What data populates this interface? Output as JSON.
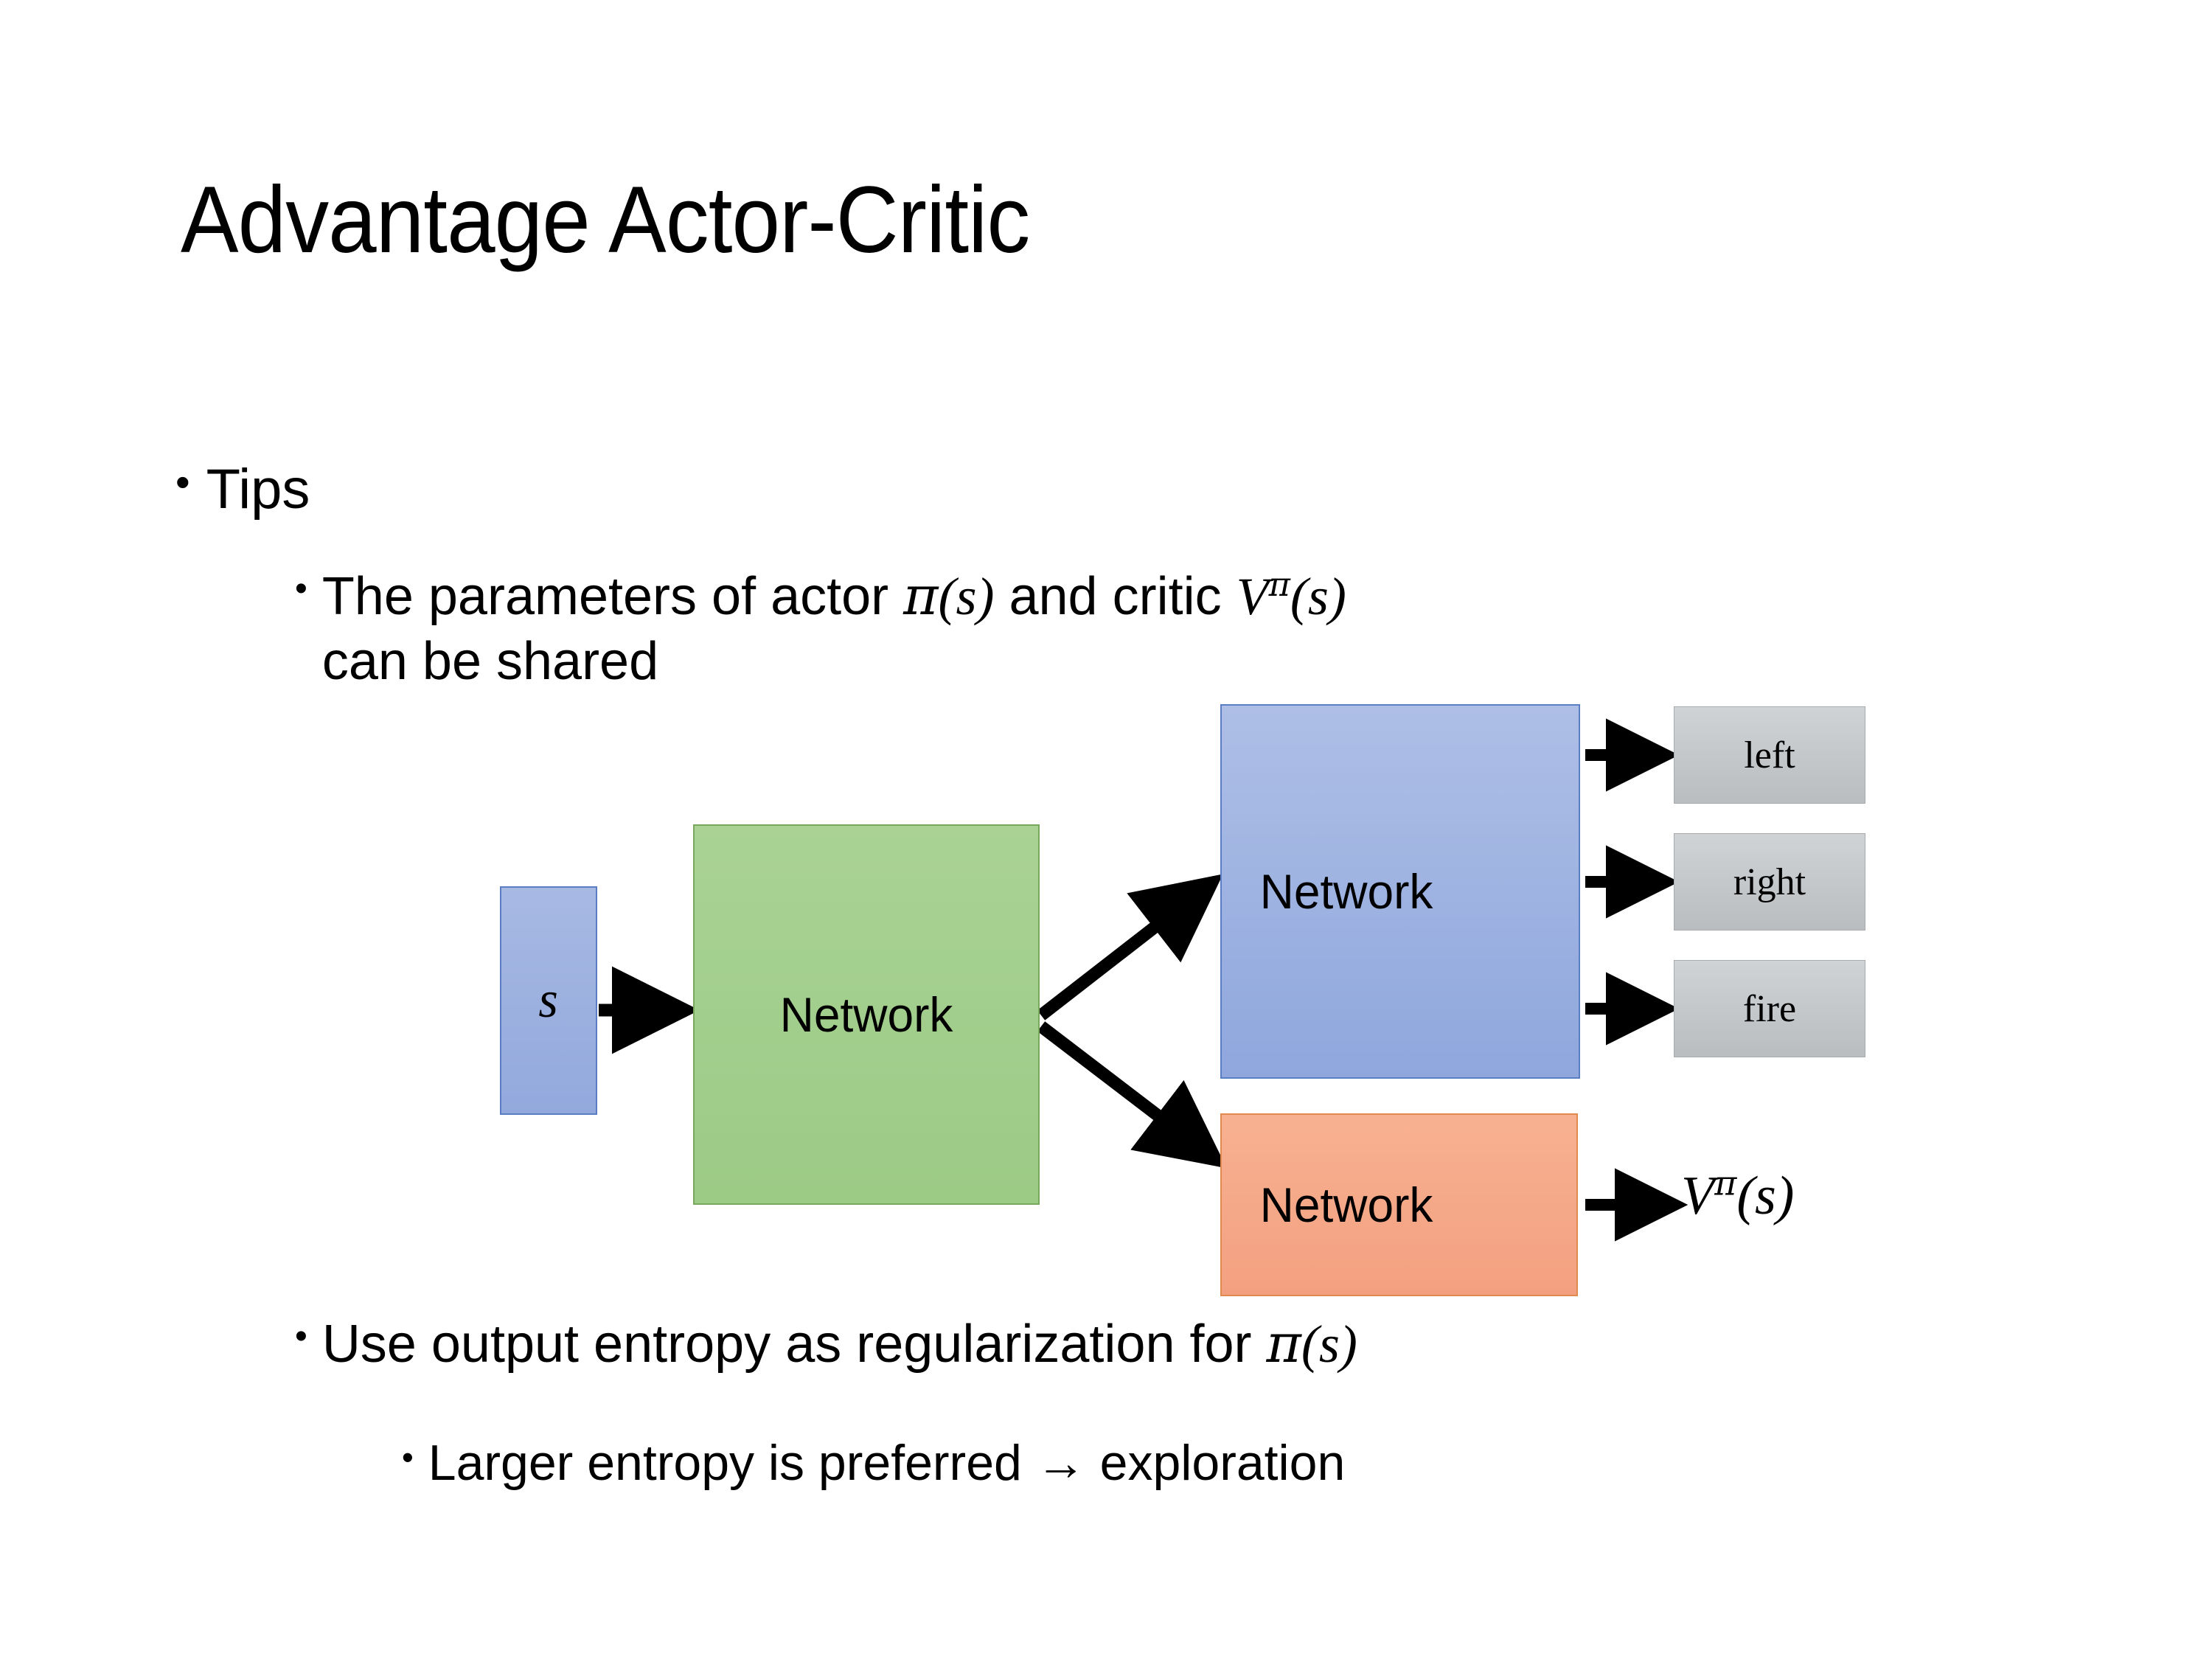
{
  "slide": {
    "title": "Advantage Actor-Critic",
    "background_color": "#ffffff",
    "text_color": "#000000"
  },
  "bullets": {
    "level1_tips": {
      "marker": "•",
      "text": "Tips"
    },
    "level2_shared": {
      "marker": "•",
      "text_part1": "The parameters of actor ",
      "math_actor_pi": "π",
      "math_actor_arg": "(s)",
      "text_part2": "  and critic ",
      "math_critic_V": "V",
      "math_critic_sup": "π",
      "math_critic_arg": "(s)",
      "text_part3": "can be shared",
      "full_text": "The parameters of actor π(s)  and critic V^π(s) can be shared"
    },
    "level2_entropy": {
      "marker": "•",
      "text": "Use output entropy as regularization for ",
      "math_pi": "π",
      "math_arg": "(s)",
      "full_text": "Use output entropy as regularization for π(s)"
    },
    "level3_larger": {
      "marker": "•",
      "text": "Larger entropy is preferred → exploration",
      "arrow_glyph": "→"
    }
  },
  "diagram": {
    "input_box": {
      "label": "s",
      "fill_color": "#9db1de",
      "border_color": "#5a7ec4"
    },
    "shared_network_box": {
      "label": "Network",
      "fill_color": "#9ccb86",
      "border_color": "#77a85c"
    },
    "actor_network_box": {
      "label": "Network",
      "fill_color": "#9fb5e2",
      "border_color": "#5a7ec4"
    },
    "critic_network_box": {
      "label": "Network",
      "fill_color": "#f4a583",
      "border_color": "#e08a4e"
    },
    "action_outputs": [
      {
        "label": "left",
        "fill_color": "#c4c8cb"
      },
      {
        "label": "right",
        "fill_color": "#c4c8cb"
      },
      {
        "label": "fire",
        "fill_color": "#c4c8cb"
      }
    ],
    "critic_output": {
      "symbol_V": "V",
      "symbol_sup": "π",
      "symbol_arg": "(s)",
      "full_text": "V^π(s)"
    },
    "arrow_color": "#000000"
  }
}
